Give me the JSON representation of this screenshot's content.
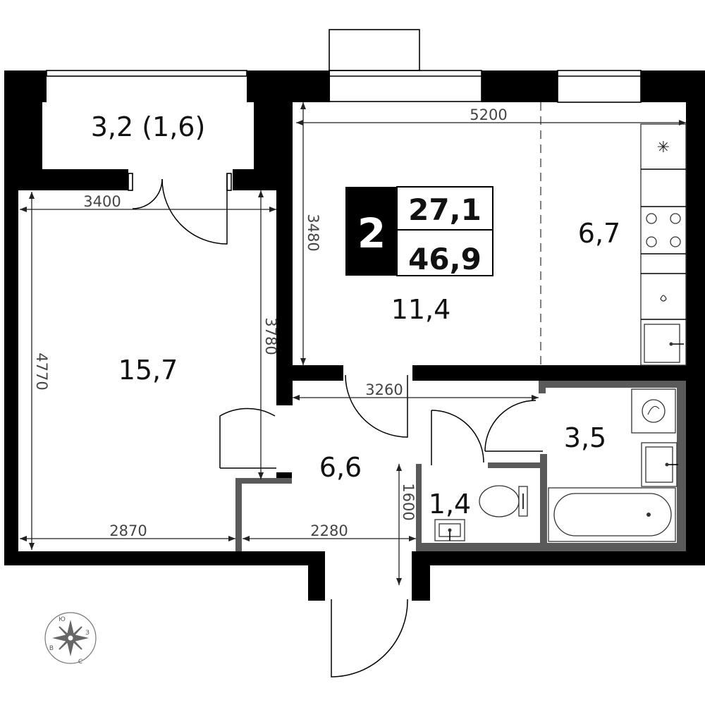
{
  "plan": {
    "rooms": [
      {
        "id": "balcony",
        "label": "3,2 (1,6)"
      },
      {
        "id": "bedroom",
        "label": "15,7"
      },
      {
        "id": "living",
        "label": "11,4"
      },
      {
        "id": "kitchen",
        "label": "6,7"
      },
      {
        "id": "hall",
        "label": "6,6"
      },
      {
        "id": "bathroom",
        "label": "3,5"
      },
      {
        "id": "wc",
        "label": "1,4"
      }
    ],
    "badge": {
      "rooms": "2",
      "living_area": "27,1",
      "total_area": "46,9"
    },
    "dimensions": {
      "d5200": "5200",
      "d3400": "3400",
      "d3480": "3480",
      "d3780": "3780",
      "d4770": "4770",
      "d3260": "3260",
      "d2870": "2870",
      "d2280": "2280",
      "d1600": "1600"
    },
    "compass": {
      "n": "Ю",
      "e": "З",
      "s": "С",
      "w": "В"
    }
  }
}
